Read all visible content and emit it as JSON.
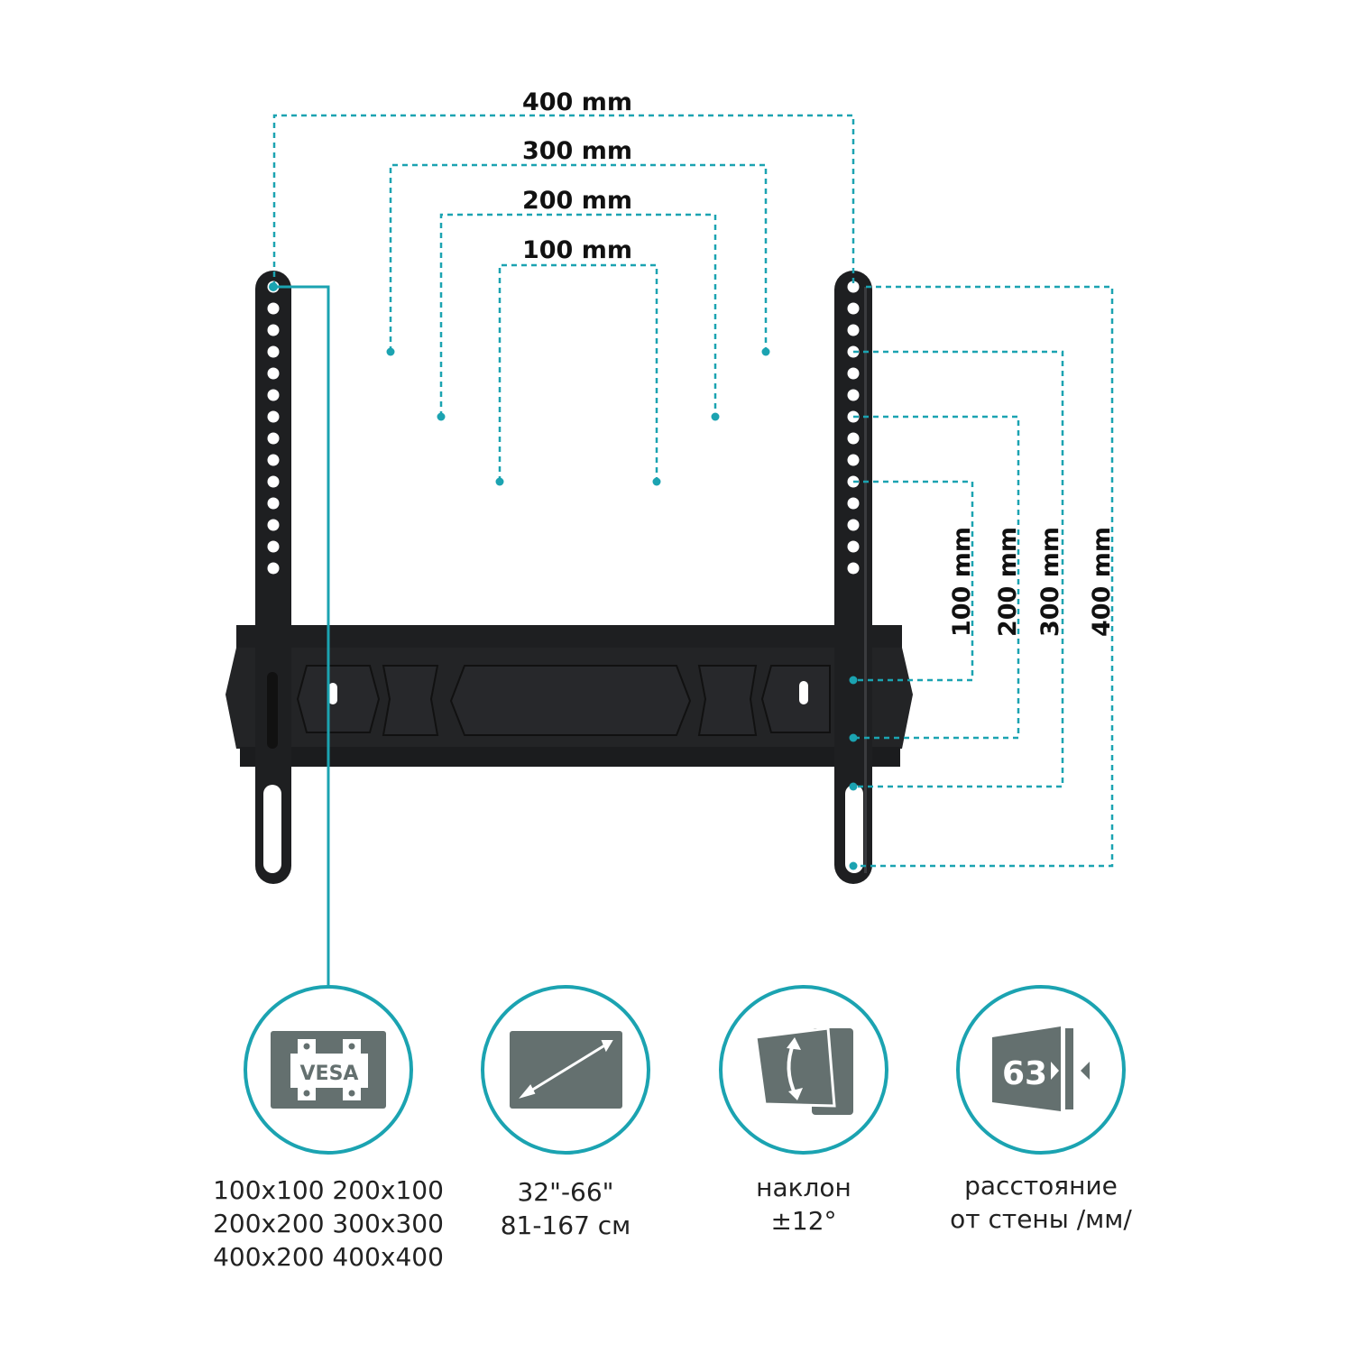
{
  "colors": {
    "accent": "#1ba3b1",
    "bracket": "#1e1f21",
    "icon": "#64706f"
  },
  "horizontal_dimensions": [
    {
      "label": "400 mm"
    },
    {
      "label": "300 mm"
    },
    {
      "label": "200 mm"
    },
    {
      "label": "100 mm"
    }
  ],
  "vertical_dimensions": [
    {
      "label": "100 mm"
    },
    {
      "label": "200 mm"
    },
    {
      "label": "300 mm"
    },
    {
      "label": "400 mm"
    }
  ],
  "features": [
    {
      "icon": "vesa-icon",
      "icon_text": "VESA",
      "lines": [
        "100x100 200x100",
        "200x200 300x300",
        "400x200 400x400"
      ]
    },
    {
      "icon": "screen-diagonal-icon",
      "lines": [
        "32\"-66\"",
        "81-167 см"
      ]
    },
    {
      "icon": "tilt-icon",
      "lines": [
        "наклон",
        "±12°"
      ]
    },
    {
      "icon": "wall-distance-icon",
      "icon_text": "63",
      "lines": [
        "расстояние",
        "от стены /мм/"
      ]
    }
  ]
}
